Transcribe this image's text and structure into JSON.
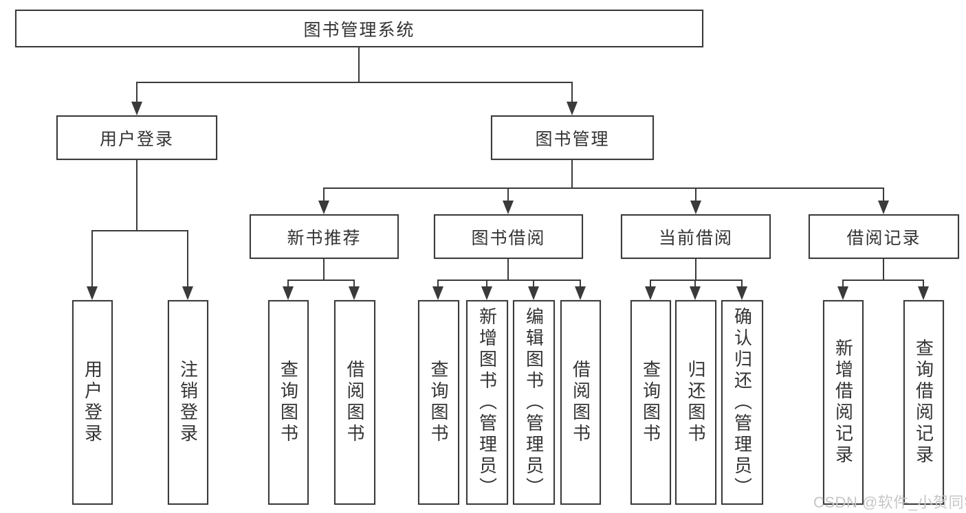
{
  "diagram": {
    "root": {
      "label": "图书管理系统"
    },
    "branches": [
      {
        "label": "用户登录",
        "children": [
          {
            "label": "用户登录"
          },
          {
            "label": "注销登录"
          }
        ]
      },
      {
        "label": "图书管理",
        "children": [
          {
            "label": "新书推荐",
            "children": [
              {
                "label": "查询图书"
              },
              {
                "label": "借阅图书"
              }
            ]
          },
          {
            "label": "图书借阅",
            "children": [
              {
                "label": "查询图书"
              },
              {
                "label": "新增图书（管理员）"
              },
              {
                "label": "编辑图书（管理员）"
              },
              {
                "label": "借阅图书"
              }
            ]
          },
          {
            "label": "当前借阅",
            "children": [
              {
                "label": "查询图书"
              },
              {
                "label": "归还图书"
              },
              {
                "label": "确认归还（管理员）"
              }
            ]
          },
          {
            "label": "借阅记录",
            "children": [
              {
                "label": "新增借阅记录"
              },
              {
                "label": "查询借阅记录"
              }
            ]
          }
        ]
      }
    ]
  },
  "watermark": {
    "text": "CSDN @软件_小贺同学"
  },
  "colors": {
    "line": "#3a3a3a",
    "box_border": "#3a3a3a",
    "text": "#333333",
    "watermark": "#c6c6c6",
    "background": "#ffffff"
  }
}
